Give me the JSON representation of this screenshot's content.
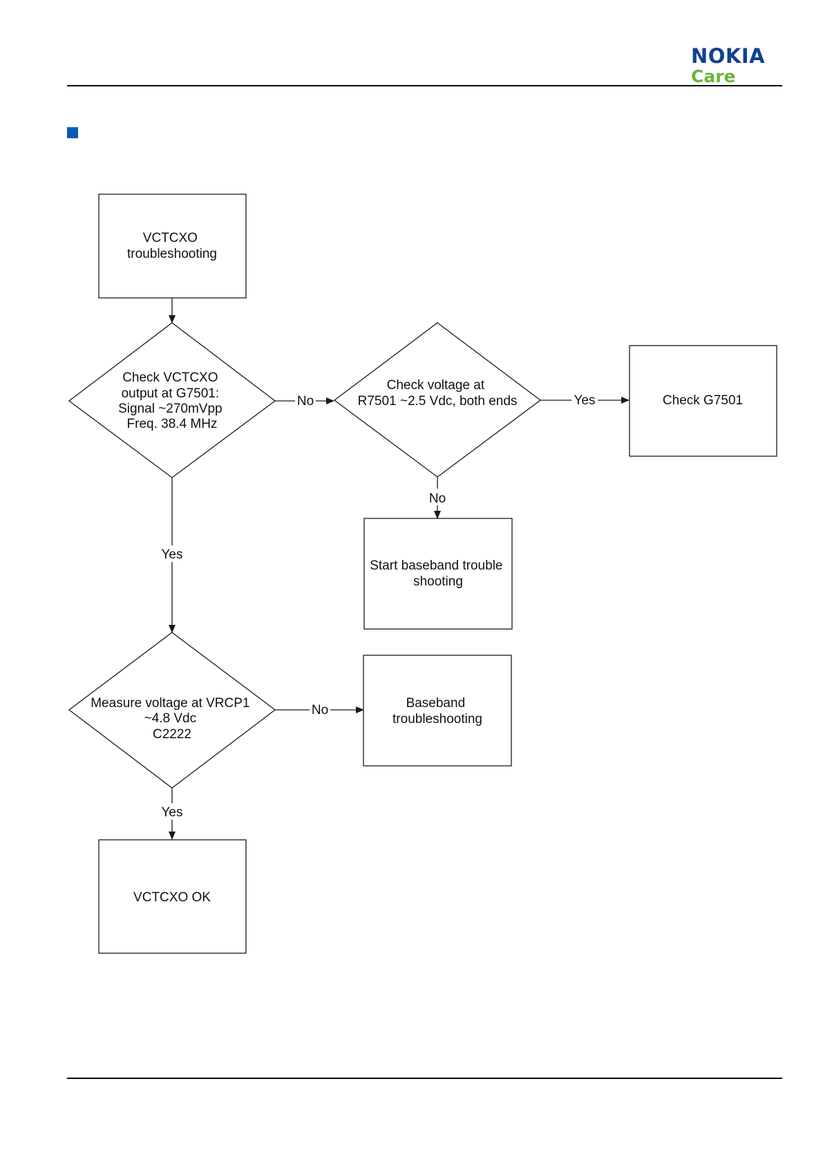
{
  "header": {
    "logo_primary": "NOKIA",
    "logo_secondary": "Care"
  },
  "colors": {
    "brand_blue": "#124191",
    "brand_green": "#6cb33f",
    "section_marker": "#0a5ab4"
  },
  "flowchart": {
    "nodes": {
      "start": {
        "lines": [
          "VCTCXO",
          "troubleshooting"
        ]
      },
      "check_output": {
        "lines": [
          "Check VCTCXO",
          "output at G7501:",
          "Signal ~270mVpp",
          "Freq. 38.4 MHz"
        ]
      },
      "check_voltage": {
        "lines": [
          "Check voltage at",
          "R7501 ~2.5 Vdc, both ends"
        ]
      },
      "check_g7501": {
        "lines": [
          "Check G7501"
        ]
      },
      "start_baseband": {
        "lines": [
          "Start baseband trouble",
          "shooting"
        ]
      },
      "measure_vrcp1": {
        "lines": [
          "Measure voltage at VRCP1",
          "~4.8 Vdc",
          "C2222"
        ]
      },
      "baseband_ts": {
        "lines": [
          "Baseband",
          "troubleshooting"
        ]
      },
      "vctcxo_ok": {
        "lines": [
          "VCTCXO OK"
        ]
      }
    },
    "edge_labels": {
      "output_no": "No",
      "voltage_yes": "Yes",
      "voltage_no": "No",
      "output_yes": "Yes",
      "vrcp1_no": "No",
      "vrcp1_yes": "Yes"
    }
  }
}
